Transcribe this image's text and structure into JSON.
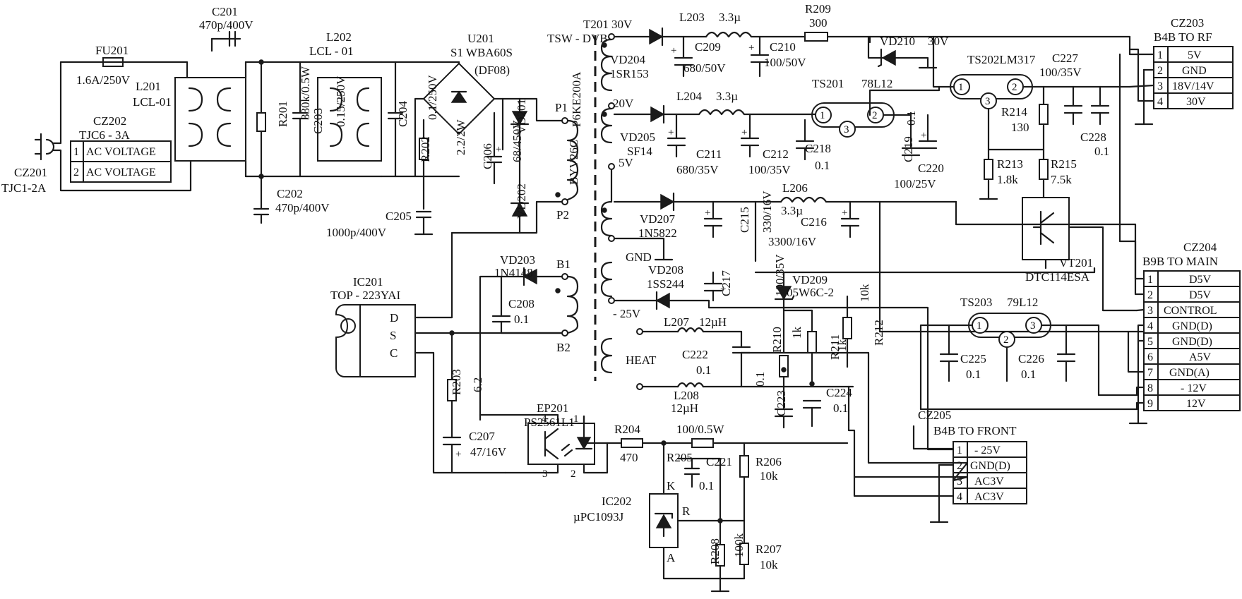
{
  "labels": {
    "cz201": "CZ201",
    "cz201_type": "TJC1-2A",
    "fu201": "FU201",
    "fu201_val": "1.6A/250V",
    "c201": "C201",
    "c201_val": "470p/400V",
    "l201": "L201",
    "l201_val": "LCL-01",
    "cz202": "CZ202",
    "cz202_type": "TJC6 - 3A",
    "r201": "R201",
    "r201_val": "330k/0.5W",
    "c202": "C202",
    "c202_val": "470p/400V",
    "c203": "C203",
    "c203_val": "0.15/250V",
    "l202": "L202",
    "l202_val": "LCL - 01",
    "c204": "C204",
    "c204_val": "0.1/250V",
    "u201": "U201",
    "u201_val": "S1 WBA60S",
    "u201_pkg": "(DF08)",
    "r202": "R202",
    "r202_val": "2.2/2W",
    "c205": "C205",
    "c205_val": "1000p/400V",
    "c206": "C206",
    "c206_val": "68/450V",
    "vd201": "VD201",
    "vd201_val": "P6KE200A",
    "vd202": "VD202",
    "vd202_val": "BYV26C",
    "t201": "T201",
    "t201_val": "TSW - DVB",
    "p1": "P1",
    "p2": "P2",
    "b1": "B1",
    "b2": "B2",
    "vd203": "VD203",
    "vd203_val": "1N4148",
    "c208": "C208",
    "c208_val": "0.1",
    "ic201": "IC201",
    "ic201_val": "TOP - 223YAI",
    "pin_d": "D",
    "pin_s": "S",
    "pin_c": "C",
    "r203": "R203",
    "r203_val": "6.2",
    "c207": "C207",
    "c207_val": "47/16V",
    "ep201": "EP201",
    "ep201_val": "PS2561L1",
    "ep_p4": "4",
    "ep_p1": "1",
    "ep_p3": "3",
    "ep_p2": "2",
    "r204": "R204",
    "r204_val": "470",
    "r205": "R205",
    "r205_val": "100/0.5W",
    "c221": "C221",
    "c221_val": "0.1",
    "r206": "R206",
    "r206_val": "10k",
    "ic202": "IC202",
    "ic202_val": "µPC1093J",
    "pin_k": "K",
    "pin_r": "R",
    "pin_a": "A",
    "r208": "R208",
    "r208_val": "100k",
    "r207": "R207",
    "r207_val": "10k",
    "tap_30v": "30V",
    "tap_20v": "20V",
    "tap_5v": "5V",
    "tap_gnd": "GND",
    "tap_n25v": "- 25V",
    "tap_heat": "HEAT",
    "vd204": "VD204",
    "vd204_val": "1SR153",
    "l203": "L203",
    "l203_val": "3.3µ",
    "c209": "C209",
    "c209_val": "680/50V",
    "c210": "C210",
    "c210_val": "100/50V",
    "r209": "R209",
    "r209_val": "300",
    "vd210": "VD210",
    "vd210_val": "30V",
    "ts202": "TS202LM317",
    "c227": "C227",
    "c227_val": "100/35V",
    "ts201": "TS201",
    "ts201_val": "78L12",
    "vd205": "VD205",
    "vd205_val": "SF14",
    "l204": "L204",
    "l204_val": "3.3µ",
    "c211": "C211",
    "c211_val": "680/35V",
    "c212": "C212",
    "c212_val": "100/35V",
    "c218": "C218",
    "c218_val": "0.1",
    "c219": "C219",
    "c219_val": "0.1",
    "c220": "C220",
    "c220_val": "100/25V",
    "r214": "R214",
    "r214_val": "130",
    "c228": "C228",
    "c228_val": "0.1",
    "r213": "R213",
    "r213_val": "1.8k",
    "r215": "R215",
    "r215_val": "7.5k",
    "vt201": "VT201",
    "vt201_val": "DTC114ESA",
    "vd207": "VD207",
    "vd207_val": "1N5822",
    "l206": "L206",
    "l206_val": "3.3µ",
    "c215": "C215",
    "c215_val": "330/16V",
    "c216": "C216",
    "c216_val": "3300/16V",
    "vd208": "VD208",
    "vd208_val": "1SS244",
    "c217": "C217",
    "c217_val": "100/35V",
    "vd209": "VD209",
    "vd209_val": "05W6C-2",
    "r210": "R210",
    "r210_val": "1k",
    "r211": "R211",
    "r211_val": "1k",
    "r212": "R212",
    "r212_val": "10k",
    "l207": "L207",
    "l207_val": "12µH",
    "c222": "C222",
    "c222_val": "0.1",
    "l208": "L208",
    "l208_val": "12µH",
    "c223": "C223",
    "c223_val": "0.1",
    "c224": "C224",
    "c224_val": "0.1",
    "ts203": "TS203",
    "ts203_val": "79L12",
    "c225": "C225",
    "c225_val": "0.1",
    "c226": "C226",
    "c226_val": "0.1",
    "pin1": "1",
    "pin2": "2",
    "pin3": "3"
  },
  "cz202_rows": [
    {
      "pin": "1",
      "name": "AC VOLTAGE"
    },
    {
      "pin": "2",
      "name": "AC VOLTAGE"
    }
  ],
  "cz203": {
    "title": "CZ203",
    "subtitle": "B4B TO RF",
    "rows": [
      {
        "pin": "1",
        "name": "5V"
      },
      {
        "pin": "2",
        "name": "GND"
      },
      {
        "pin": "3",
        "name": "18V/14V"
      },
      {
        "pin": "4",
        "name": "30V"
      }
    ]
  },
  "cz204": {
    "title": "CZ204",
    "subtitle": "B9B TO MAIN",
    "rows": [
      {
        "pin": "1",
        "name": "D5V"
      },
      {
        "pin": "2",
        "name": "D5V"
      },
      {
        "pin": "3",
        "name": "CONTROL"
      },
      {
        "pin": "4",
        "name": "GND(D)"
      },
      {
        "pin": "5",
        "name": "GND(D)"
      },
      {
        "pin": "6",
        "name": "A5V"
      },
      {
        "pin": "7",
        "name": "GND(A)"
      },
      {
        "pin": "8",
        "name": "- 12V"
      },
      {
        "pin": "9",
        "name": "12V"
      }
    ]
  },
  "cz205": {
    "title": "CZ205",
    "subtitle": "B4B TO FRONT",
    "rows": [
      {
        "pin": "1",
        "name": "- 25V"
      },
      {
        "pin": "2",
        "name": "GND(D)"
      },
      {
        "pin": "3",
        "name": "AC3V"
      },
      {
        "pin": "4",
        "name": "AC3V"
      }
    ]
  },
  "colors": {
    "ink": "#1a1a1a",
    "paper": "#ffffff"
  }
}
